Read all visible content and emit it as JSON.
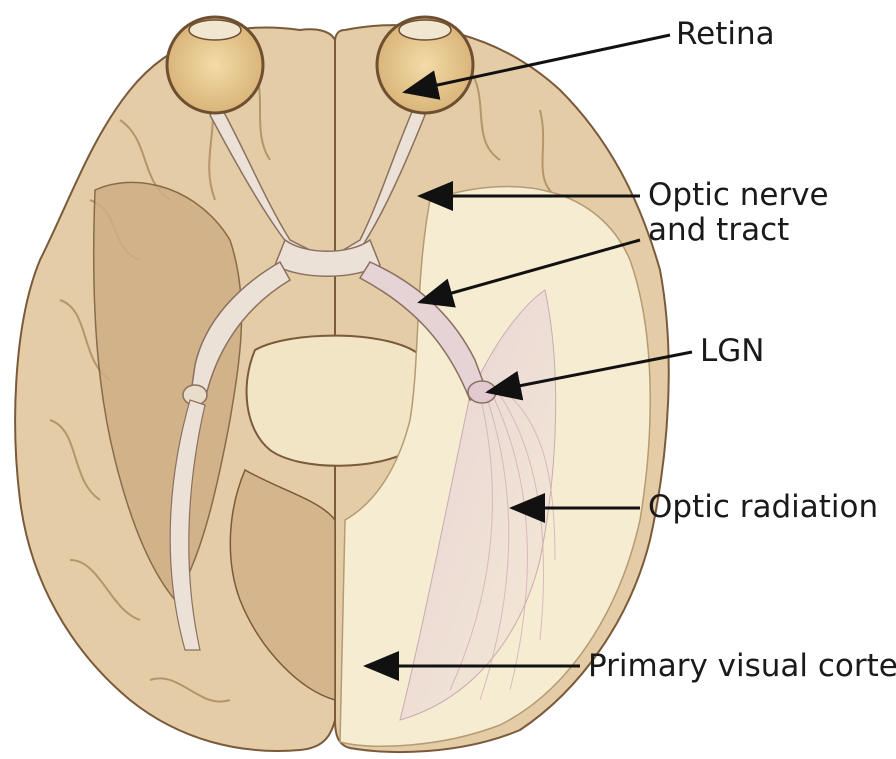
{
  "labels": {
    "retina": "Retina",
    "optic_nerve_line1": "Optic nerve",
    "optic_nerve_line2": "and tract",
    "lgn": "LGN",
    "optic_radiation": "Optic radiation",
    "primary_visual_cortex": "Primary visual cortex"
  },
  "colors": {
    "brain_base": "#e9d6b4",
    "brain_shadow": "#b8946a",
    "brain_outline": "#7a5a3a",
    "pathway": "#eadfd6",
    "pathway_pink": "#d8bcc4",
    "dissected_white_matter": "#f6ecd2",
    "eye": "#e8c98e",
    "arrow": "#111111"
  }
}
